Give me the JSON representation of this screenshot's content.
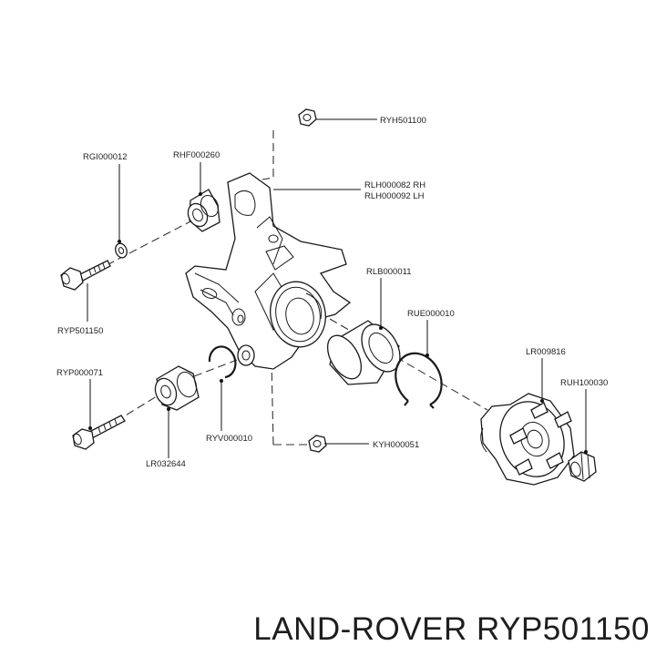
{
  "brand_line": "LAND-ROVER RYP501150",
  "callouts": {
    "ryh501100": "RYH501100",
    "rgi000012": "RGI000012",
    "rhf000260": "RHF000260",
    "rlh_rh": "RLH000082 RH",
    "rlh_lh": "RLH000092 LH",
    "rlb000011": "RLB000011",
    "rue000010": "RUE000010",
    "ryp501150": "RYP501150",
    "lr009816": "LR009816",
    "ryp000071": "RYP000071",
    "ruh100030": "RUH100030",
    "ryv000010": "RYV000010",
    "kyh000051": "KYH000051",
    "lr032644": "LR032644"
  }
}
